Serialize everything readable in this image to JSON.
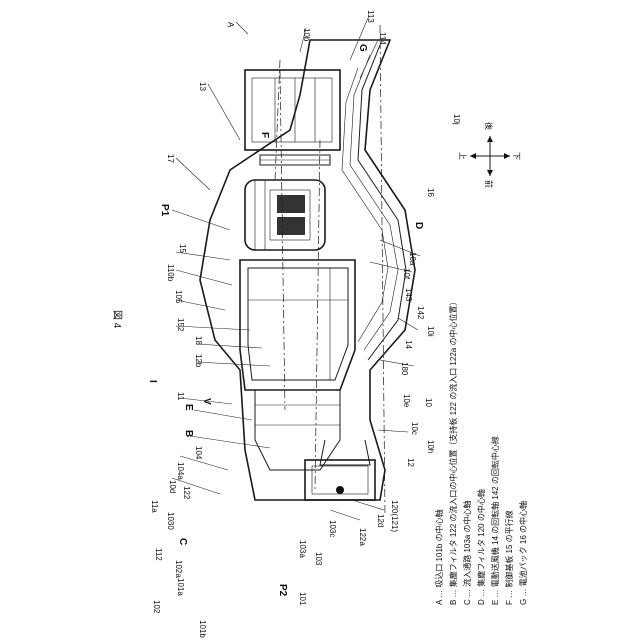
{
  "figure": {
    "title": "図 4"
  },
  "labels": [
    "A",
    "10b",
    "113",
    "G",
    "114",
    "10j",
    "13",
    "F",
    "17",
    "P1",
    "D",
    "16",
    "15",
    "10a",
    "110b",
    "10f",
    "105",
    "143",
    "142",
    "10i",
    "152",
    "14",
    "18",
    "12b",
    "180",
    "I",
    "11",
    "E",
    "V",
    "10e",
    "10",
    "B",
    "10c",
    "104",
    "104a",
    "10h",
    "12",
    "10d",
    "122",
    "11a",
    "1030",
    "120(121)",
    "12d",
    "C",
    "112",
    "122a",
    "102a",
    "103a",
    "103",
    "103c",
    "101a",
    "P2",
    "101",
    "102",
    "101b"
  ],
  "directions": {
    "up": "上",
    "down": "下",
    "front": "前",
    "back": "後"
  },
  "legend": [
    "A … 吸込口 101b の中心軸",
    "B … 集塵フィルタ 122 の流入口の中心位置（支持板 122 の流入口 122a の中心位置）",
    "C … 流入通路 103a の中心軸",
    "D … 集塵フィルタ 120 の中心軸",
    "E … 電動送風機 14 の回転軸 142 の回転中心線",
    "F … 制御基板 15 の平行線",
    "G … 電池パック 16 の中心軸"
  ]
}
